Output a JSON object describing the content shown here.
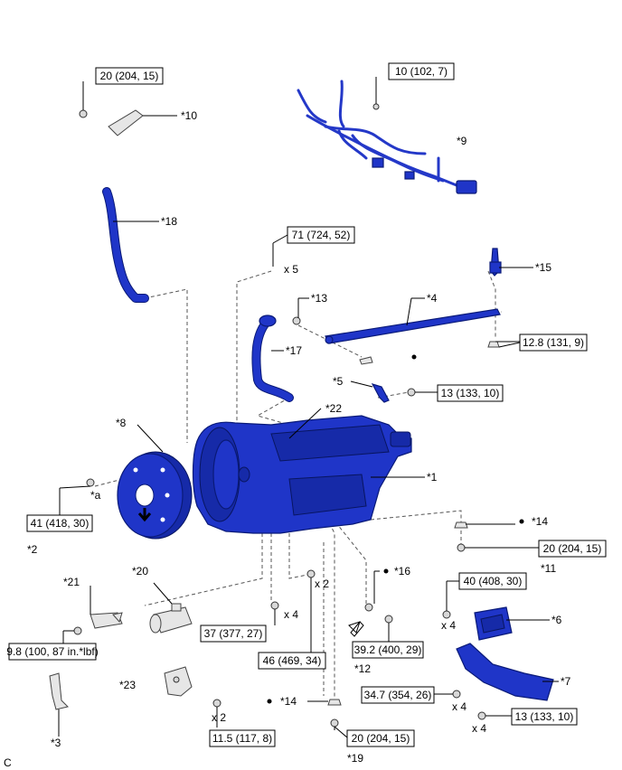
{
  "figure_code": "C",
  "torque_specs": {
    "t10": "20 (204, 15)",
    "t9": "10 (102, 7)",
    "t5": "71 (724, 52)",
    "t15": "12.8 (131, 9)",
    "t5b": "13 (133, 10)",
    "t2": "41 (418, 30)",
    "t11": "20 (204, 15)",
    "t6": "40 (408, 30)",
    "t21": "9.8 (100, 87 in.*lbf)",
    "tx4a": "37 (377, 27)",
    "tx2a": "46 (469, 34)",
    "t12": "39.2 (400, 29)",
    "t7": "34.7 (354, 26)",
    "t7b": "13 (133, 10)",
    "t23": "11.5 (117, 8)",
    "t19": "20 (204, 15)"
  },
  "callouts": {
    "c1": "*1",
    "c2": "*2",
    "c3": "*3",
    "c4": "*4",
    "c5": "*5",
    "c6": "*6",
    "c7": "*7",
    "c8": "*8",
    "c9": "*9",
    "c10": "*10",
    "c11": "*11",
    "c12": "*12",
    "c13": "*13",
    "c14a": "*14",
    "c14b": "*14",
    "c15": "*15",
    "c16": "*16",
    "c17": "*17",
    "c18": "*18",
    "c19": "*19",
    "c20": "*20",
    "c21": "*21",
    "c22": "*22",
    "c23": "*23",
    "ca": "*a"
  },
  "quantities": {
    "q5": "x 5",
    "q2a": "x 2",
    "q4a": "x 4",
    "q4b": "x 4",
    "q4c": "x 4",
    "q4d": "x 4",
    "q2b": "x 2"
  },
  "colors": {
    "part_blue": "#1f35c8",
    "outline": "#0a1a78"
  }
}
